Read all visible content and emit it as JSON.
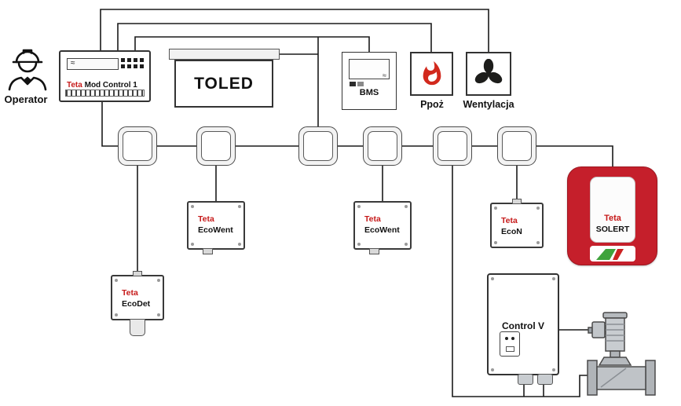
{
  "colors": {
    "brand_red": "#c61a1a",
    "flame_red": "#d2291d",
    "solert_red": "#c51f2b",
    "indicator_green": "#3fa33c",
    "indicator_red": "#cc2222",
    "line": "#1a1a1a"
  },
  "nodes": {
    "operator": {
      "label": "Operator",
      "icon": "operator-icon"
    },
    "mod_control": {
      "brand": "Teta",
      "name": "Mod Control 1"
    },
    "toled": {
      "label": "TOLED"
    },
    "bms": {
      "label": "BMS"
    },
    "ppoz": {
      "label": "Ppoż",
      "icon": "flame-icon"
    },
    "wentylacja": {
      "label": "Wentylacja",
      "icon": "fan-icon"
    },
    "junction_boxes": {
      "count": 6,
      "icon": "junction-box"
    },
    "ecowent_1": {
      "brand": "Teta",
      "name": "EcoWent"
    },
    "ecowent_2": {
      "brand": "Teta",
      "name": "EcoWent"
    },
    "ecodet": {
      "brand": "Teta",
      "name": "EcoDet"
    },
    "econ": {
      "brand": "Teta",
      "name": "EcoN"
    },
    "solert": {
      "brand": "Teta",
      "name": "SOLERT"
    },
    "control_v": {
      "label": "Control V"
    },
    "valve": {
      "icon": "gas-valve-icon"
    }
  }
}
